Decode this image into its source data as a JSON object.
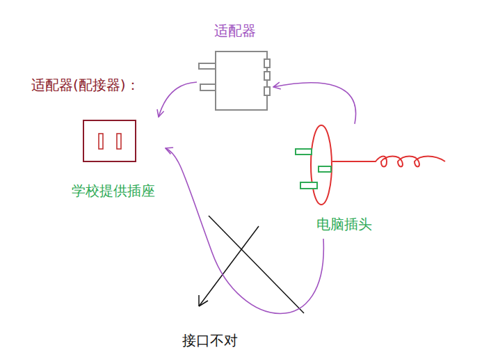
{
  "diagram": {
    "nodes": [
      {
        "text": [
          "适配器"
        ]
      },
      {
        "text": [
          "学校提供插座"
        ]
      },
      {
        "text": [
          "电脑插头"
        ]
      }
    ],
    "edges": [
      {
        "from": 2,
        "to": 0,
        "arrow": "to"
      },
      {
        "from": 0,
        "to": 1,
        "arrow": "to"
      },
      {
        "from": 2,
        "to": 1,
        "arrow": "to"
      }
    ],
    "labels": [
      "适配器(配接器)：",
      "接口不对"
    ]
  }
}
